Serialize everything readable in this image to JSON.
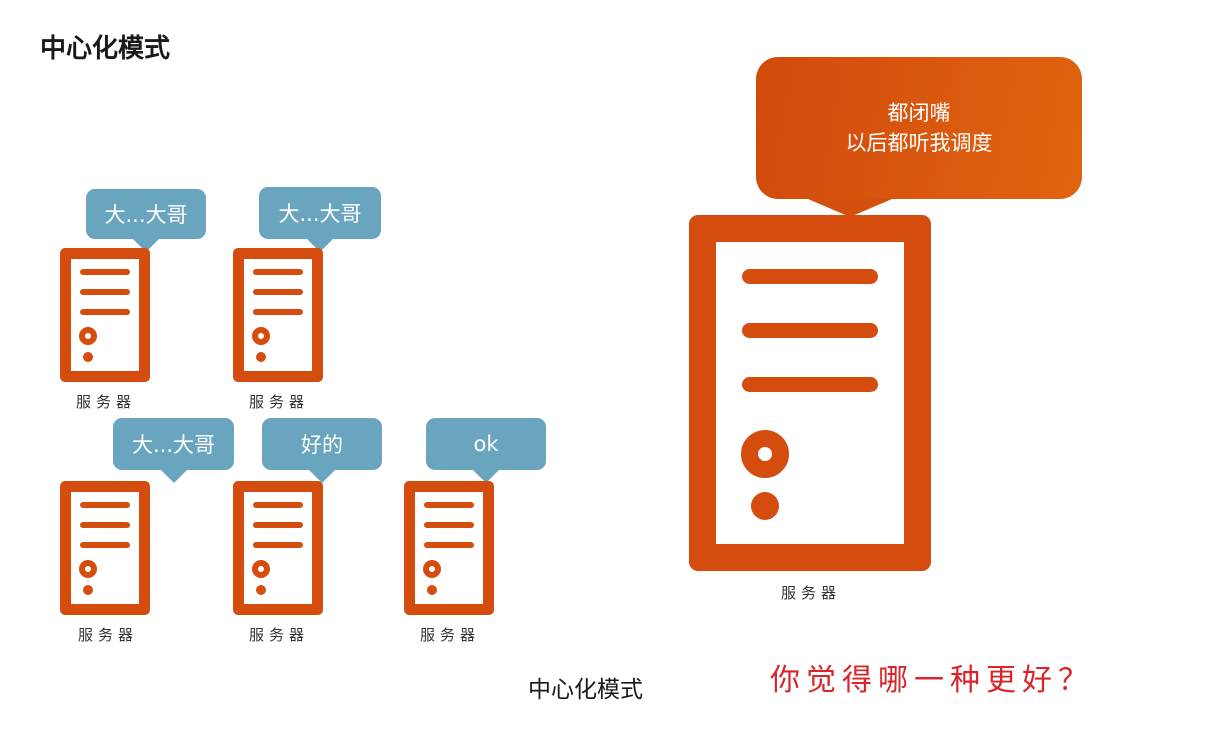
{
  "page_title": "中心化模式",
  "small_bubbles": [
    "大...大哥",
    "大...大哥",
    "大...大哥",
    "好的",
    "ok"
  ],
  "server_label": "服务器",
  "big_bubble": {
    "line1": "都闭嘴",
    "line2": "以后都听我调度"
  },
  "bottom_label": "中心化模式",
  "question": "你觉得哪一种更好？",
  "colors": {
    "server_orange": "#d44d0f",
    "bubble_blue": "#6aa5c0",
    "question_red": "#d9252a"
  }
}
